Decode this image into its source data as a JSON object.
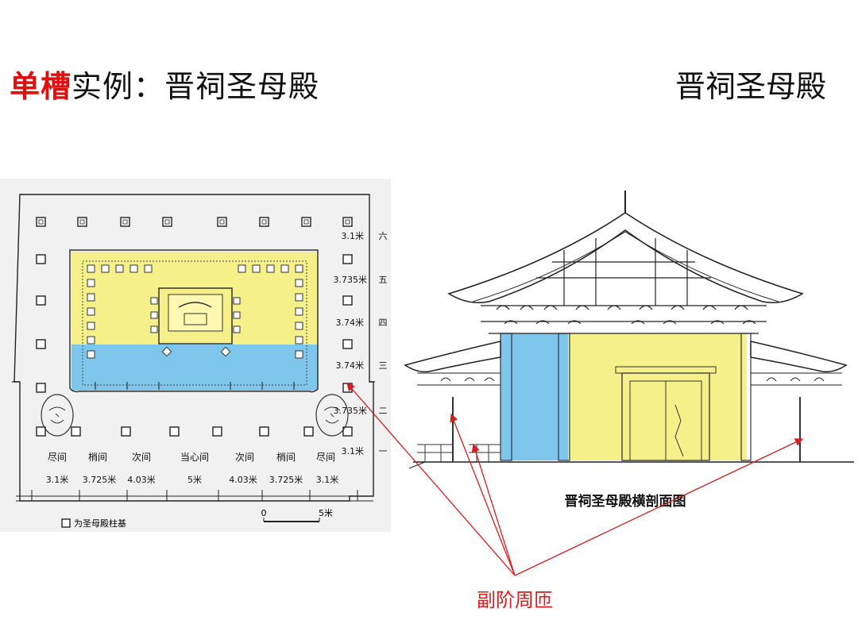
{
  "title": {
    "highlight": "单槽",
    "rest": "实例：晋祠圣母殿",
    "right": "晋祠圣母殿"
  },
  "plan": {
    "row_dims": [
      "3.1米",
      "3.735米",
      "3.74米",
      "3.74米",
      "3.735米",
      "3.1米"
    ],
    "row_nums": [
      "六",
      "五",
      "四",
      "三",
      "二",
      "一"
    ],
    "bay_names": [
      "尽间",
      "梢间",
      "次间",
      "当心间",
      "次间",
      "梢间",
      "尽间"
    ],
    "bay_dims": [
      "3.1米",
      "3.725米",
      "4.03米",
      "5米",
      "4.03米",
      "3.725米",
      "3.1米"
    ],
    "scale": {
      "zero": "0",
      "five": "5米"
    },
    "legend": "为圣母殿柱基"
  },
  "section": {
    "caption": "晋祠圣母殿横剖面图"
  },
  "annotation": {
    "label": "副阶周匝",
    "color": "#d42020"
  },
  "colors": {
    "yellow": "#f5f08a",
    "blue": "#7fc6ec",
    "highlight_red": "#e01010"
  }
}
